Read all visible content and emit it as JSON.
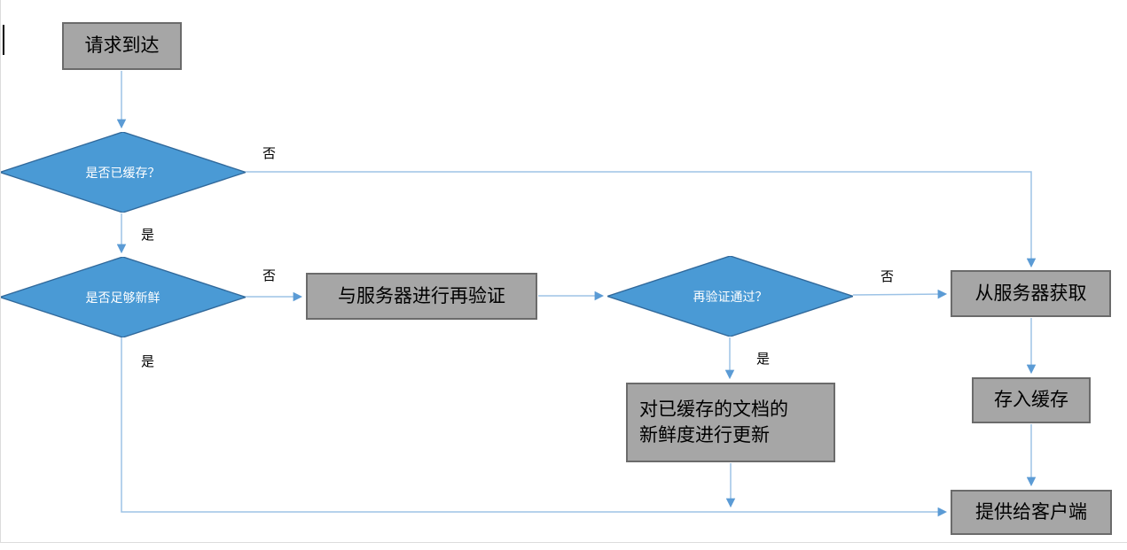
{
  "diagram": {
    "nodes": {
      "start": {
        "label": "请求到达",
        "type": "process"
      },
      "is_cached": {
        "label": "是否已缓存？",
        "type": "decision"
      },
      "is_fresh": {
        "label": "是否足够新鲜",
        "type": "decision"
      },
      "revalidate": {
        "label": "与服务器进行再验证",
        "type": "process"
      },
      "revalidate_passed": {
        "label": "再验证通过？",
        "type": "decision"
      },
      "fetch_from_server": {
        "label": "从服务器获取",
        "type": "process"
      },
      "update_freshness": {
        "label": "对已缓存的文档的\n新鲜度进行更新",
        "type": "process"
      },
      "store_in_cache": {
        "label": "存入缓存",
        "type": "process"
      },
      "serve_client": {
        "label": "提供给客户端",
        "type": "process"
      }
    },
    "edge_labels": {
      "is_cached_no": "否",
      "is_cached_yes": "是",
      "is_fresh_no": "否",
      "is_fresh_yes": "是",
      "revalidate_no": "否",
      "revalidate_yes": "是"
    },
    "colors": {
      "process_fill": "#a6a6a6",
      "process_border": "#6b6b6b",
      "decision_fill": "#4a9ad5",
      "decision_border": "#31699b",
      "connector_line": "#9dc3e6",
      "connector_arrow": "#5b9bd5",
      "process_text": "#000000",
      "decision_text": "#ffffff"
    }
  }
}
